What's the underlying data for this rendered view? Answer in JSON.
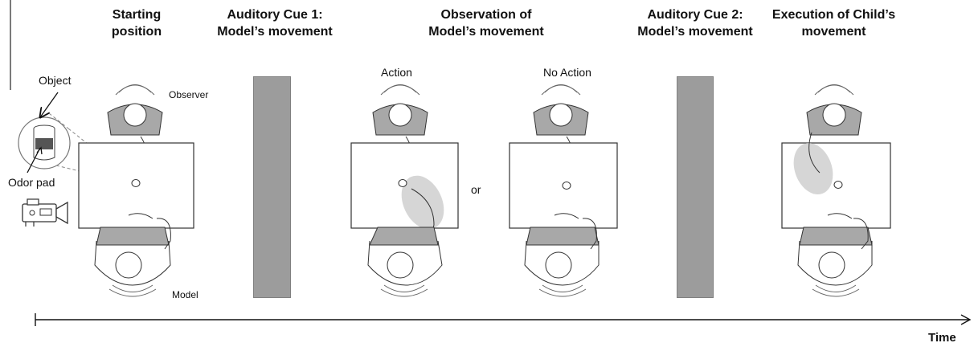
{
  "headers": {
    "starting": [
      "Starting",
      "position"
    ],
    "cue1": [
      "Auditory Cue 1:",
      "Model’s movement"
    ],
    "observation": [
      "Observation of",
      "Model’s movement"
    ],
    "cue2": [
      "Auditory Cue 2:",
      "Model’s movement"
    ],
    "execution": [
      "Execution of Child’s",
      "movement"
    ]
  },
  "labels": {
    "object": "Object",
    "odor_pad": "Odor pad",
    "observer": "Observer",
    "model": "Model",
    "action": "Action",
    "no_action": "No Action",
    "or": "or",
    "time": "Time"
  },
  "colors": {
    "cue_bar": "#9c9c9c",
    "highlight": "#cfcfcf",
    "shirt": "#a8a8a8",
    "line": "#333333"
  },
  "icons": [
    "camera-icon",
    "odor-pad-icon",
    "object-cup-icon",
    "arrow-icon"
  ]
}
